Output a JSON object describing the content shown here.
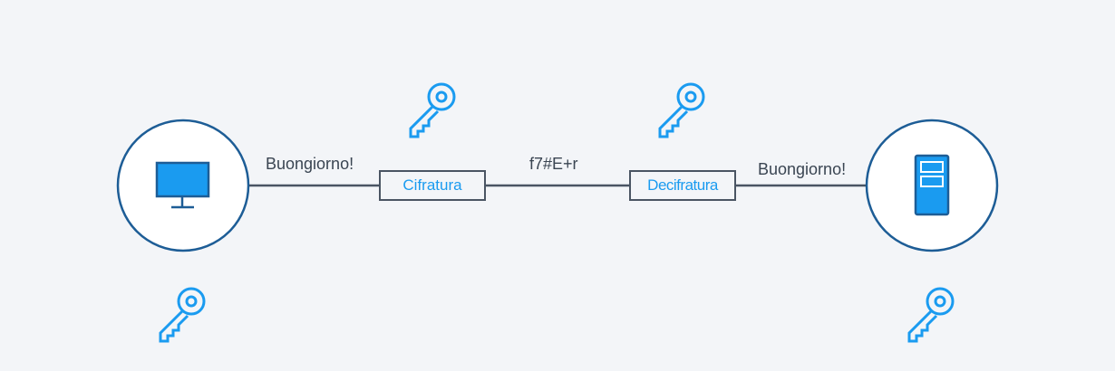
{
  "messages": {
    "plaintext_left": "Buongiorno!",
    "ciphertext": "f7#E+r",
    "plaintext_right": "Buongiorno!"
  },
  "stages": {
    "encrypt": "Cifratura",
    "decrypt": "Decifratura"
  },
  "nodes": {
    "sender_icon": "monitor-icon",
    "receiver_icon": "server-icon"
  },
  "colors": {
    "background": "#f3f5f8",
    "node_border": "#1d5d96",
    "accent": "#1a9bf0",
    "line": "#4a5563",
    "text": "#3a4552"
  }
}
